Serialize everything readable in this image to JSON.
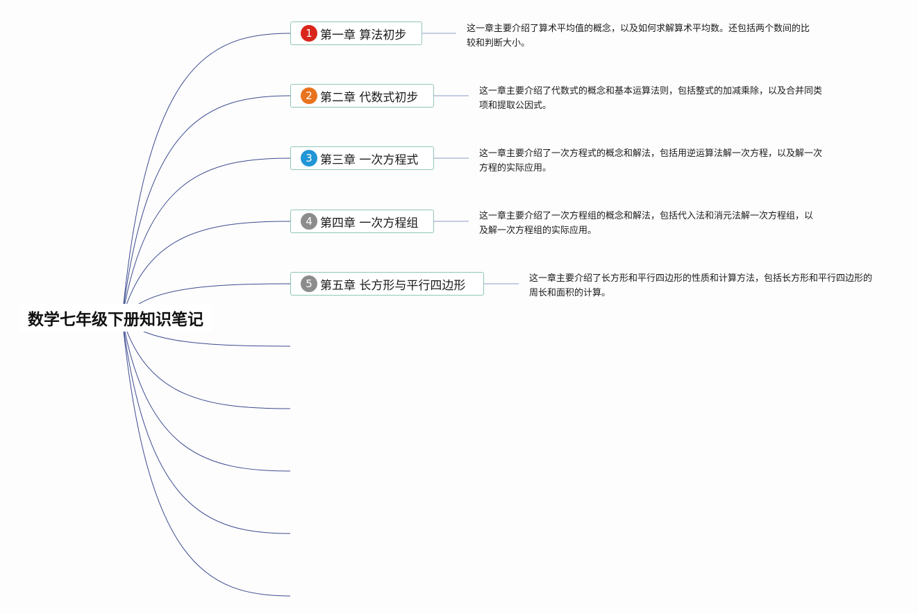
{
  "root": {
    "title": "数学七年级下册知识笔记"
  },
  "topics": [
    {
      "number": "1",
      "badge_color": "#d9261c",
      "label": "第一章 算法初步",
      "note": "这一章主要介绍了算术平均值的概念，以及如何求解算术平均数。还包括两个数间的比较和判断大小。"
    },
    {
      "number": "2",
      "badge_color": "#e8731e",
      "label": "第二章 代数式初步",
      "note": "这一章主要介绍了代数式的概念和基本运算法则，包括整式的加减乘除，以及合并同类项和提取公因式。"
    },
    {
      "number": "3",
      "badge_color": "#2196d6",
      "label": "第三章 一次方程式",
      "note": "这一章主要介绍了一次方程式的概念和解法，包括用逆运算法解一次方程，以及解一次方程的实际应用。"
    },
    {
      "number": "4",
      "badge_color": "#8c8c8c",
      "label": "第四章 一次方程组",
      "note": "这一章主要介绍了一次方程组的概念和解法，包括代入法和消元法解一次方程组，以及解一次方程组的实际应用。"
    },
    {
      "number": "5",
      "badge_color": "#8c8c8c",
      "label": "第五章 长方形与平行四边形",
      "note": "这一章主要介绍了长方形和平行四边形的性质和计算方法，包括长方形和平行四边形的周长和面积的计算。"
    }
  ],
  "colors": {
    "branch_line": "#3b4a8f",
    "note_line": "#8c9bc7",
    "topic_border": "#8fc6b7"
  }
}
